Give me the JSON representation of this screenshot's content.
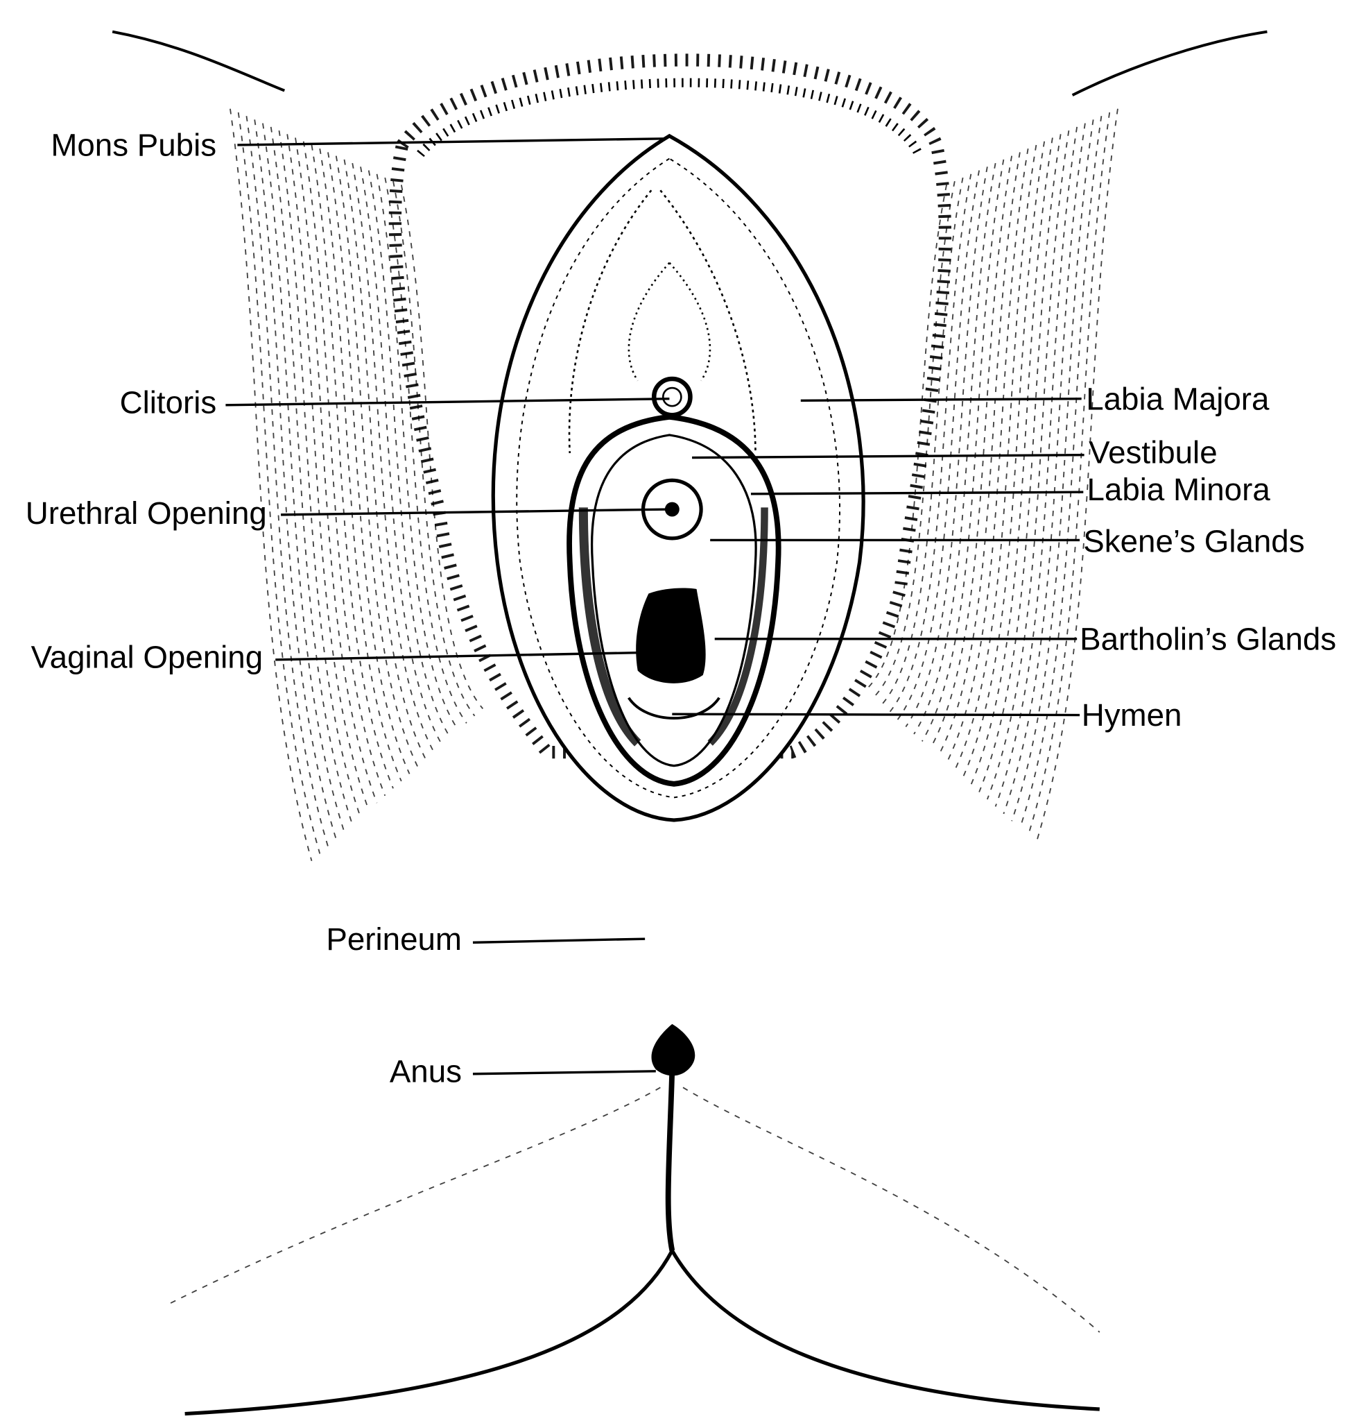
{
  "title": "External female genital anatomy",
  "labels": {
    "mons_pubis": "Mons Pubis",
    "clitoris": "Clitoris",
    "urethral_opening": "Urethral Opening",
    "vaginal_opening": "Vaginal Opening",
    "perineum": "Perineum",
    "anus": "Anus",
    "labia_majora": "Labia Majora",
    "vestibule": "Vestibule",
    "labia_minora": "Labia Minora",
    "skenes_glands": "Skene’s Glands",
    "bartholins_glands": "Bartholin’s Glands",
    "hymen": "Hymen"
  },
  "colors": {
    "ink": "#000000",
    "background": "#ffffff"
  }
}
